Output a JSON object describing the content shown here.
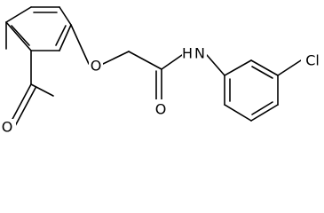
{
  "atom_labels": {
    "ether_oxygen": "O",
    "amide_nitrogen": "N",
    "amide_hydrogen": "H",
    "amide_oxygen": "O",
    "ketone_oxygen": "O",
    "chlorine": "Cl"
  },
  "colors": {
    "bond": "#000000",
    "label": "#000000",
    "background": "#ffffff"
  }
}
